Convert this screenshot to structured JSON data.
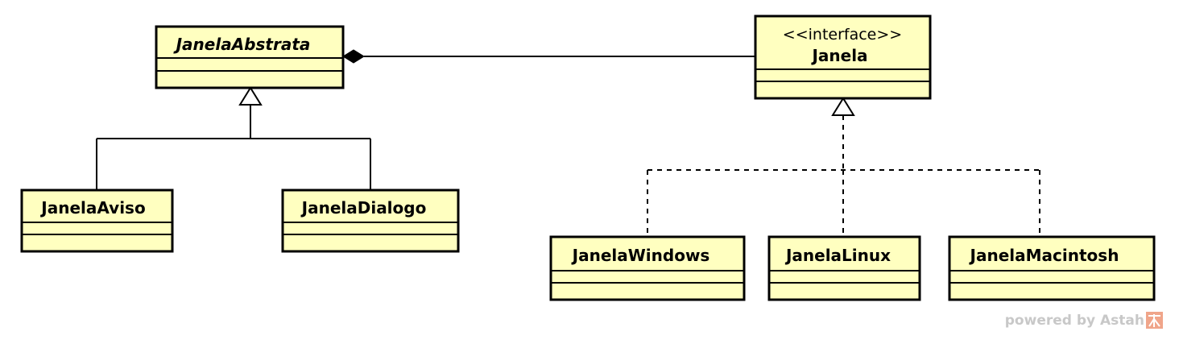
{
  "diagram": {
    "classes": {
      "janela_abstrata": {
        "name": "JanelaAbstrata",
        "abstract": true
      },
      "janela": {
        "stereotype": "<<interface>>",
        "name": "Janela"
      },
      "janela_aviso": {
        "name": "JanelaAviso"
      },
      "janela_dialogo": {
        "name": "JanelaDialogo"
      },
      "janela_windows": {
        "name": "JanelaWindows"
      },
      "janela_linux": {
        "name": "JanelaLinux"
      },
      "janela_macintosh": {
        "name": "JanelaMacintosh"
      }
    },
    "relations": [
      {
        "type": "composition",
        "whole": "JanelaAbstrata",
        "part": "Janela"
      },
      {
        "type": "generalization",
        "child": "JanelaAviso",
        "parent": "JanelaAbstrata"
      },
      {
        "type": "generalization",
        "child": "JanelaDialogo",
        "parent": "JanelaAbstrata"
      },
      {
        "type": "realization",
        "implementor": "JanelaWindows",
        "interface": "Janela"
      },
      {
        "type": "realization",
        "implementor": "JanelaLinux",
        "interface": "Janela"
      },
      {
        "type": "realization",
        "implementor": "JanelaMacintosh",
        "interface": "Janela"
      }
    ],
    "colors": {
      "class_fill": "#ffffc0",
      "stroke": "#000000",
      "watermark": "#c8c8c8",
      "logo": "#f0a58a"
    }
  },
  "watermark": {
    "text": "powered by Astah",
    "logo_icon": "astah-logo-icon"
  }
}
